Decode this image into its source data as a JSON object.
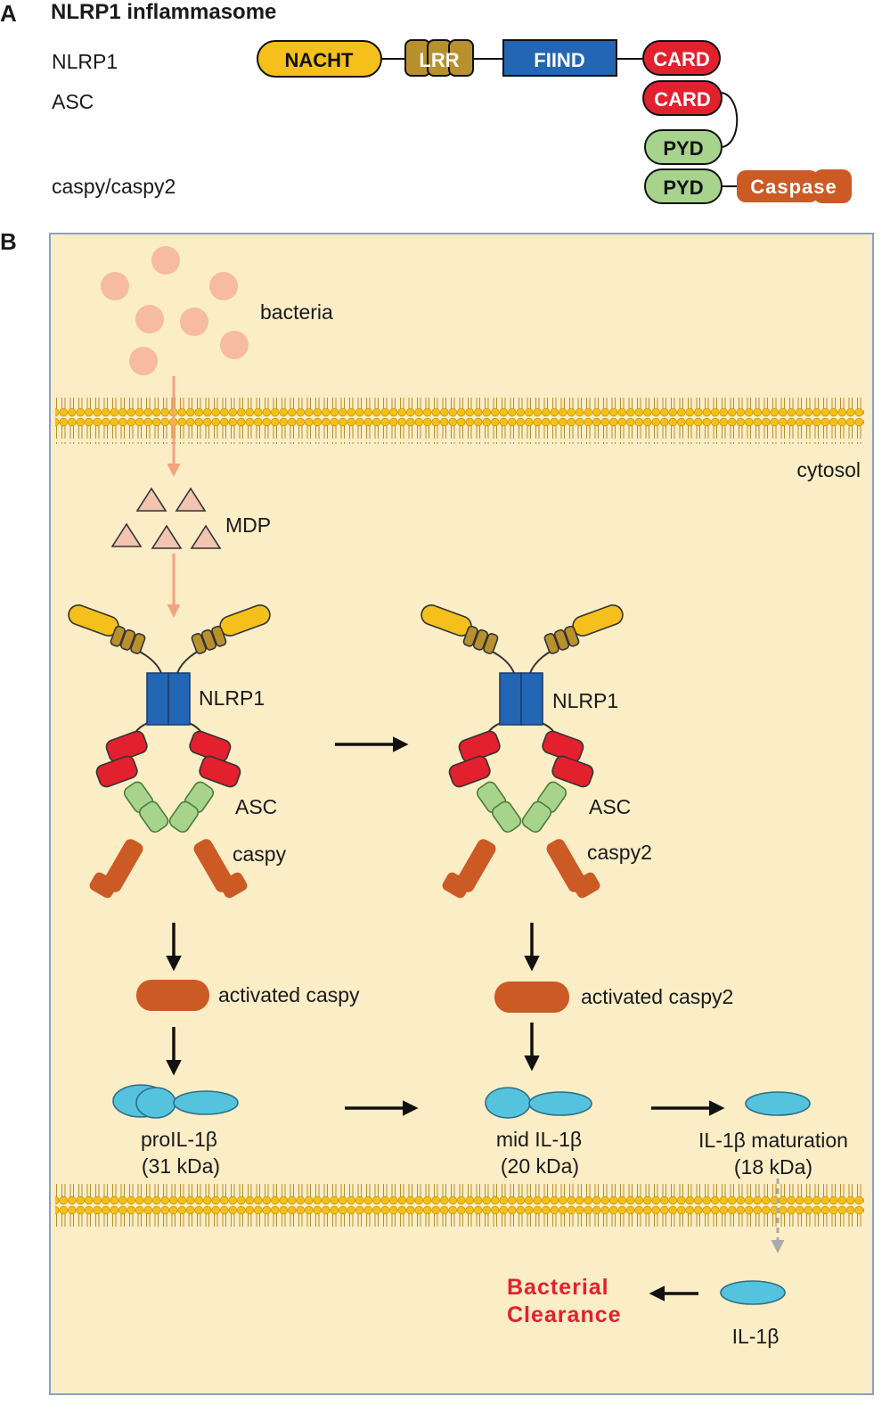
{
  "panel_a": {
    "letter": "A",
    "title": "NLRP1 inflammasome",
    "rows": {
      "nlrp1": "NLRP1",
      "asc": "ASC",
      "caspy": "caspy/caspy2"
    },
    "domains": {
      "nacht": "NACHT",
      "lrr": "LRR",
      "find": "FIIND",
      "card": "CARD",
      "asc_card": "CARD",
      "asc_pyd": "PYD",
      "caspy_pyd": "PYD",
      "caspase": "Caspase"
    }
  },
  "panel_b": {
    "letter": "B",
    "bacteria": "bacteria",
    "cytosol": "cytosol",
    "mdp": "MDP",
    "left_complex": {
      "nlrp1": "NLRP1",
      "asc": "ASC",
      "caspase": "caspy"
    },
    "right_complex": {
      "nlrp1": "NLRP1",
      "asc": "ASC",
      "caspase": "caspy2"
    },
    "activated_left": "activated caspy",
    "activated_right": "activated caspy2",
    "pro_il": {
      "line1": "proIL-1β",
      "line2": "(31 kDa)"
    },
    "mid_il": {
      "line1": "mid IL-1β",
      "line2": "(20 kDa)"
    },
    "mature_il": {
      "line1": "IL-1β maturation",
      "line2": "(18 kDa)"
    },
    "secreted_il": "IL-1β",
    "clearance": {
      "line1": "Bacterial",
      "line2": "Clearance"
    }
  },
  "colors": {
    "nacht": "#f5c01b",
    "lrr": "#b8902e",
    "find": "#2266b4",
    "card": "#e3202e",
    "pyd": "#a7d38d",
    "caspase": "#cc5a24",
    "il1b": "#56c3de",
    "cell_bg": "#fbedc6",
    "bacteria": "#f7bba2",
    "clearance": "#e3202e"
  }
}
